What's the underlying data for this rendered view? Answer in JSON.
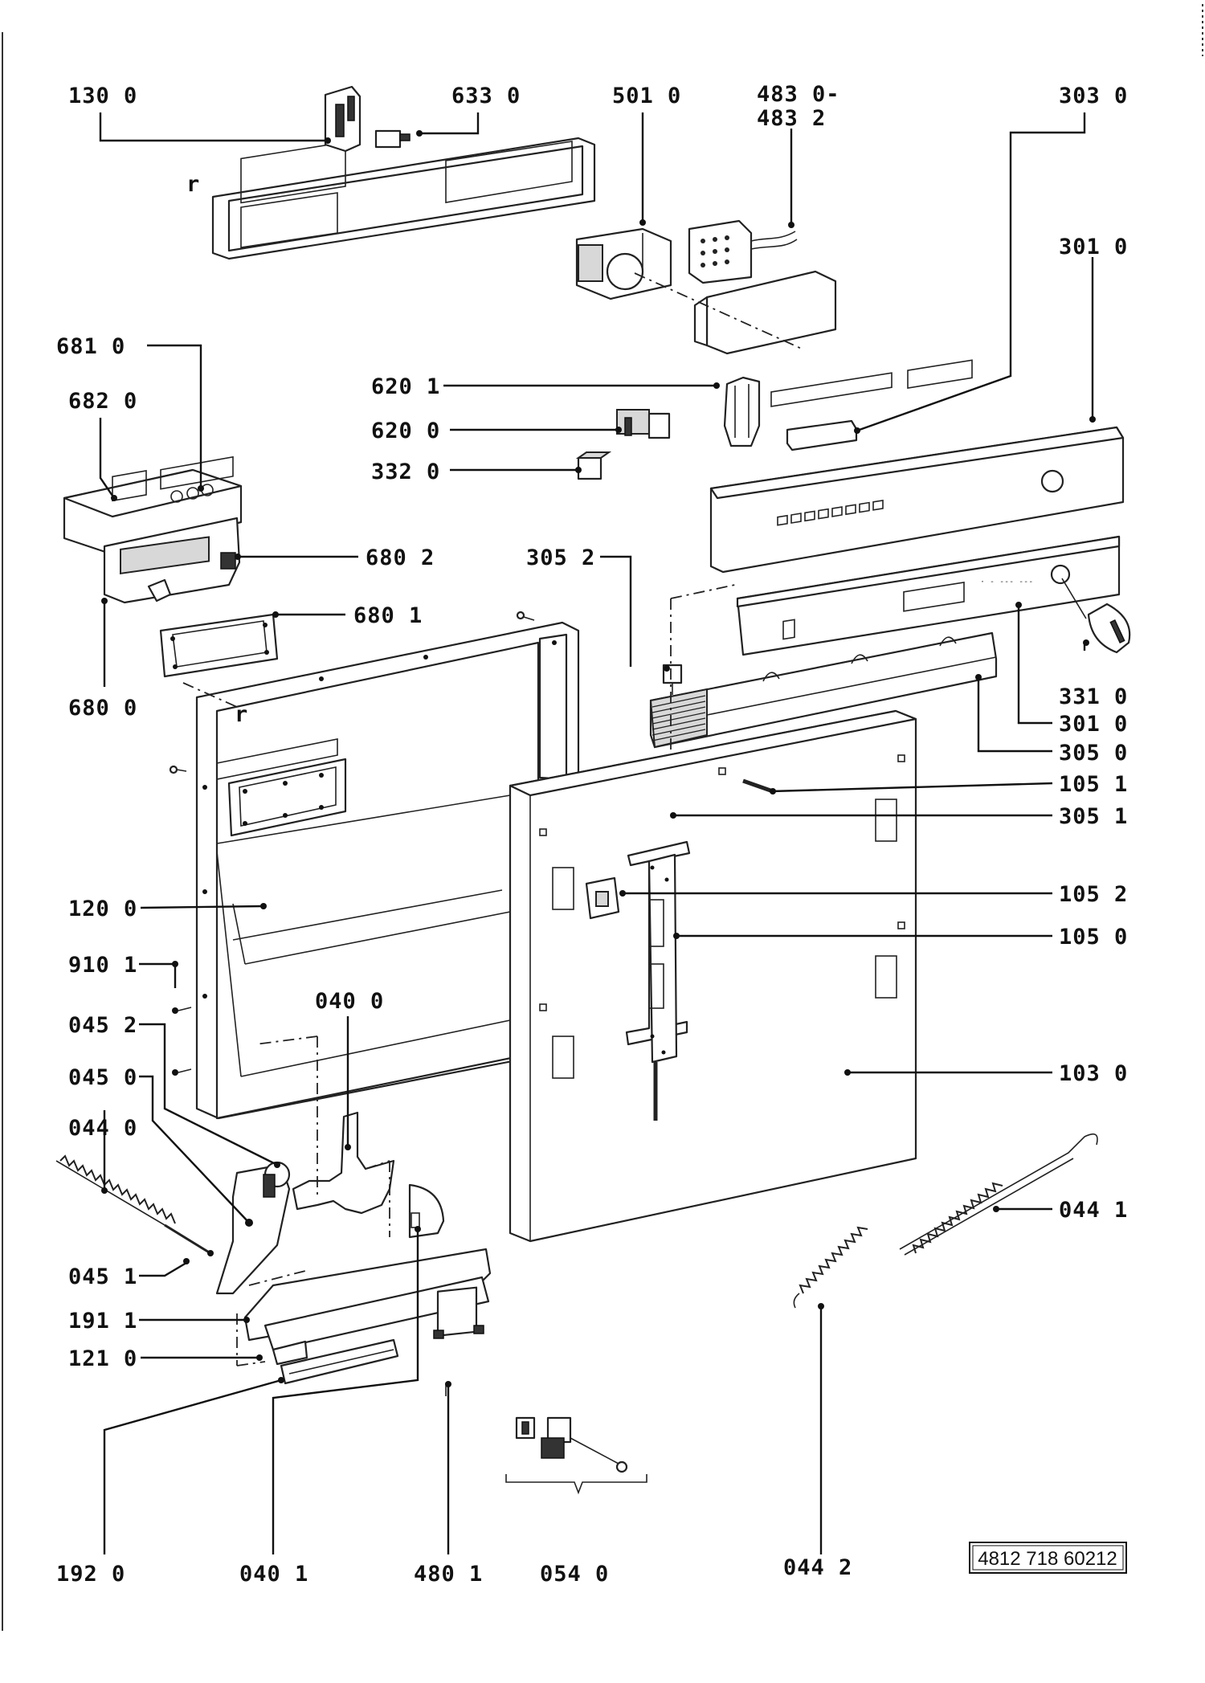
{
  "labels": {
    "p130_0": "130 0",
    "p633_0": "633 0",
    "p501_0": "501 0",
    "p483_0": "483 0-",
    "p483_2": "483 2",
    "p303_0": "303 0",
    "p301_0_top": "301 0",
    "p681_0": "681 0",
    "p682_0": "682 0",
    "p620_1": "620 1",
    "p620_0": "620 0",
    "p332_0": "332 0",
    "p680_2": "680 2",
    "p305_2": "305 2",
    "p680_1": "680 1",
    "p680_0": "680 0",
    "p331_0": "331 0",
    "p301_0_mid": "301 0",
    "p305_0": "305 0",
    "p105_1": "105 1",
    "p305_1": "305 1",
    "p105_2": "105 2",
    "p120_0": "120 0",
    "p105_0": "105 0",
    "p910_1": "910 1",
    "p040_0": "040 0",
    "p045_2": "045 2",
    "p103_0": "103 0",
    "p045_0": "045 0",
    "p044_0": "044 0",
    "p044_1": "044 1",
    "p045_1": "045 1",
    "p191_1": "191 1",
    "p121_0": "121 0",
    "p192_0": "192 0",
    "p040_1": "040 1",
    "p480_1": "480 1",
    "p054_0": "054 0",
    "p044_2": "044 2"
  },
  "small_marks": {
    "r_top": "r",
    "r_mid": "r"
  },
  "document_number": "4812 718 60212"
}
